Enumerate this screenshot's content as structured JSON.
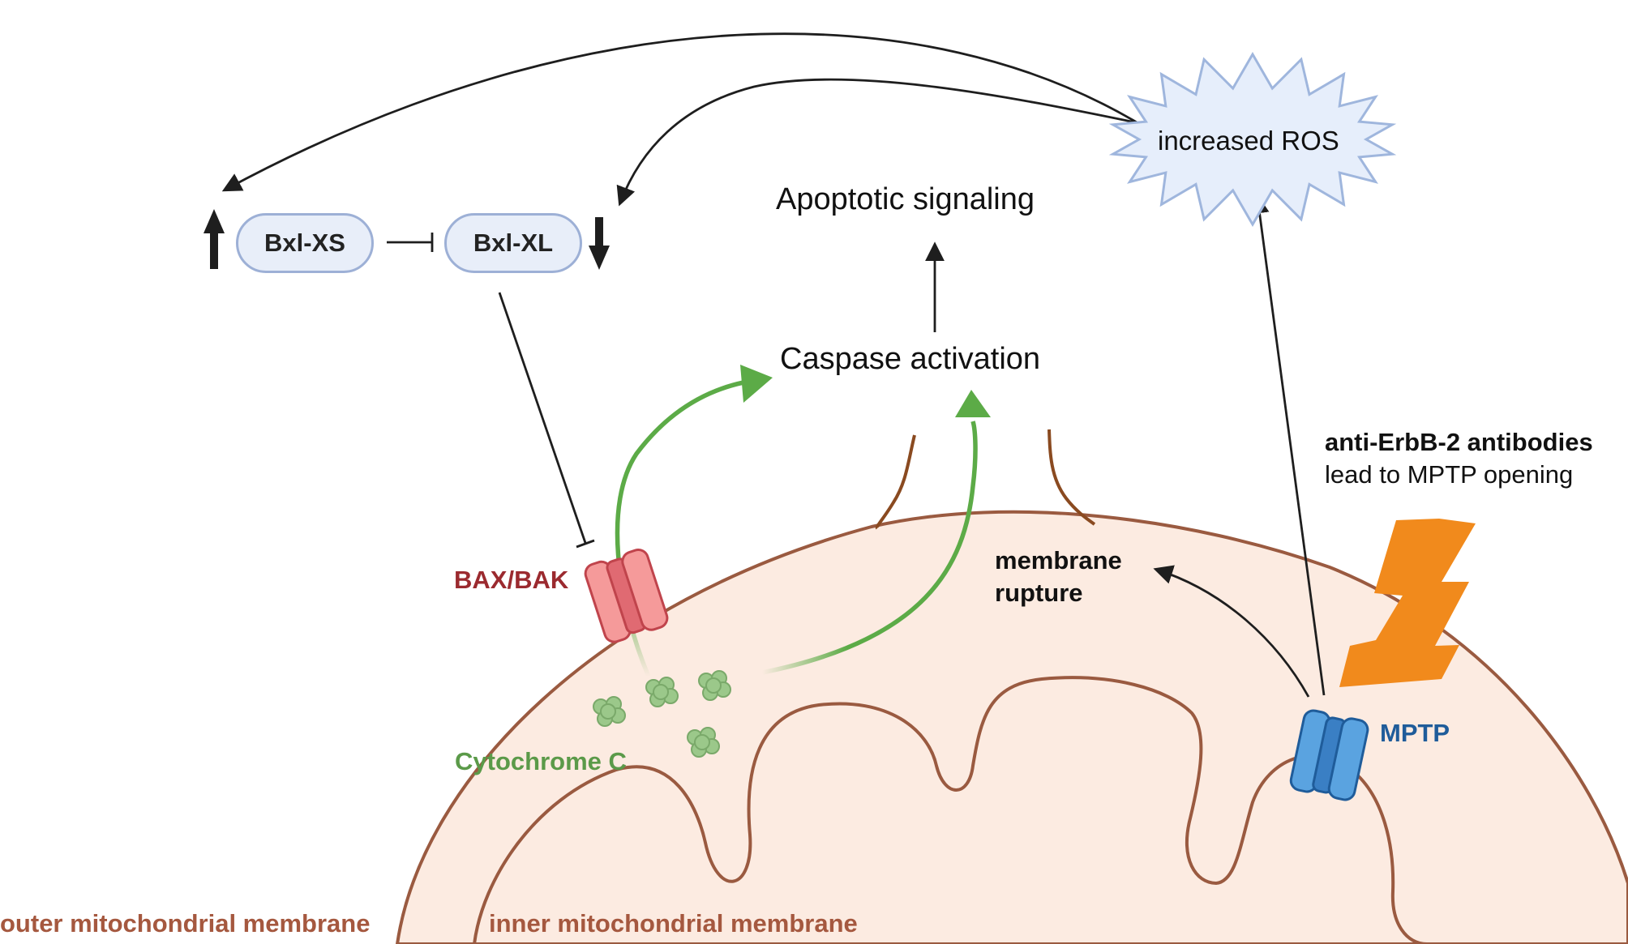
{
  "labels": {
    "bxl_xs": "Bxl-XS",
    "bxl_xl": "Bxl-XL",
    "apoptotic_signaling": "Apoptotic signaling",
    "caspase_activation": "Caspase activation",
    "increased_ros": "increased ROS",
    "antibodies_bold": "anti-ErbB-2 antibodies",
    "antibodies_rest": "lead to MPTP opening",
    "membrane_rupture_1": "membrane",
    "membrane_rupture_2": "rupture",
    "bax_bak": "BAX/BAK",
    "mptp": "MPTP",
    "cytochrome_c": "Cytochrome C",
    "outer_membrane": "outer mitochondrial membrane",
    "inner_membrane": "inner mitochondrial membrane"
  },
  "colors": {
    "mito_fill": "#fcebe1",
    "mito_outline": "#9a5a40",
    "membrane_label": "#a5583f",
    "bax": "#9b2a2f",
    "mptp": "#1f5c9a",
    "cytochrome": "#5b9a49",
    "green_arrow": "#5cab47",
    "lightning": "#f18a1c",
    "ros_fill": "#e6eefb",
    "ros_stroke": "#9fb6dd",
    "pill_fill": "#e8eef9",
    "pill_stroke": "#9db0d6"
  }
}
